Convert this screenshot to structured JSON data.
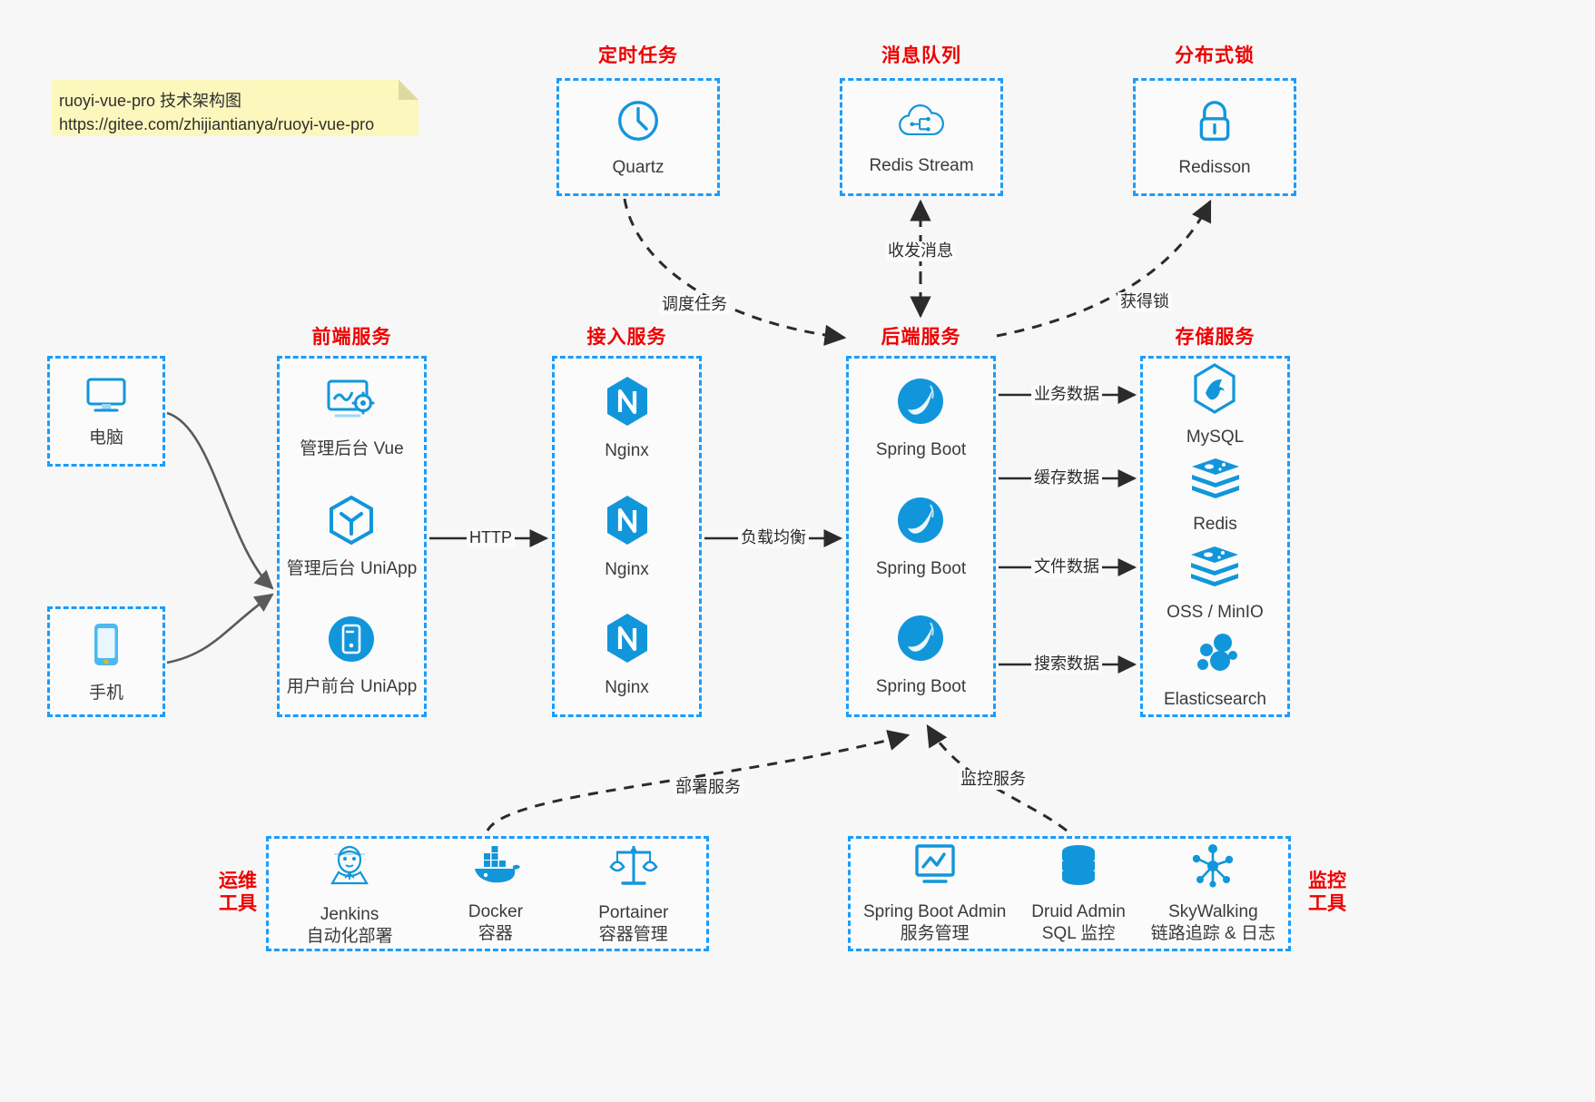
{
  "note": {
    "line1": "ruoyi-vue-pro 技术架构图",
    "line2": "https://gitee.com/zhijiantianya/ruoyi-vue-pro"
  },
  "colors": {
    "box_border": "#1b9cfc",
    "group_title": "#ef0000",
    "icon": "#1296db",
    "canvas": "#f7f7f7",
    "note_bg": "#fcf7bd",
    "edge": "#3b3b3b"
  },
  "groups": {
    "scheduler": {
      "title": "定时任务",
      "nodes": [
        {
          "label": "Quartz",
          "icon": "clock-icon"
        }
      ]
    },
    "mq": {
      "title": "消息队列",
      "nodes": [
        {
          "label": "Redis Stream",
          "icon": "cloud-stream-icon"
        }
      ]
    },
    "lock": {
      "title": "分布式锁",
      "nodes": [
        {
          "label": "Redisson",
          "icon": "lock-icon"
        }
      ]
    },
    "client_pc": {
      "title": "",
      "nodes": [
        {
          "label": "电脑",
          "icon": "desktop-icon"
        }
      ]
    },
    "client_phone": {
      "title": "",
      "nodes": [
        {
          "label": "手机",
          "icon": "phone-icon"
        }
      ]
    },
    "frontend": {
      "title": "前端服务",
      "nodes": [
        {
          "label": "管理后台 Vue",
          "icon": "dashboard-gear-icon"
        },
        {
          "label": "管理后台 UniApp",
          "icon": "cube-icon"
        },
        {
          "label": "用户前台 UniApp",
          "icon": "mobile-circle-icon"
        }
      ]
    },
    "gateway": {
      "title": "接入服务",
      "nodes": [
        {
          "label": "Nginx",
          "icon": "nginx-icon"
        },
        {
          "label": "Nginx",
          "icon": "nginx-icon"
        },
        {
          "label": "Nginx",
          "icon": "nginx-icon"
        }
      ]
    },
    "backend": {
      "title": "后端服务",
      "nodes": [
        {
          "label": "Spring Boot",
          "icon": "spring-leaf-icon"
        },
        {
          "label": "Spring Boot",
          "icon": "spring-leaf-icon"
        },
        {
          "label": "Spring Boot",
          "icon": "spring-leaf-icon"
        }
      ]
    },
    "storage": {
      "title": "存储服务",
      "nodes": [
        {
          "label": "MySQL",
          "icon": "mysql-dolphin-icon"
        },
        {
          "label": "Redis",
          "icon": "redis-stack-icon"
        },
        {
          "label": "OSS / MinIO",
          "icon": "redis-stack-icon"
        },
        {
          "label": "Elasticsearch",
          "icon": "elasticsearch-icon"
        }
      ]
    },
    "devops": {
      "title": "运维\n工具",
      "title_l1": "运维",
      "title_l2": "工具",
      "nodes": [
        {
          "label": "Jenkins",
          "sub": "自动化部署",
          "icon": "jenkins-butler-icon"
        },
        {
          "label": "Docker",
          "sub": "容器",
          "icon": "docker-whale-icon"
        },
        {
          "label": "Portainer",
          "sub": "容器管理",
          "icon": "scales-icon"
        }
      ]
    },
    "monitor": {
      "title": "监控\n工具",
      "title_l1": "监控",
      "title_l2": "工具",
      "nodes": [
        {
          "label": "Spring Boot Admin",
          "sub": "服务管理",
          "icon": "monitor-chart-icon"
        },
        {
          "label": "Druid Admin",
          "sub": "SQL 监控",
          "icon": "database-icon"
        },
        {
          "label": "SkyWalking",
          "sub": "链路追踪 & 日志",
          "icon": "skywalking-node-icon"
        }
      ]
    }
  },
  "edges": {
    "http": "HTTP",
    "load_balance": "负载均衡",
    "schedule_task": "调度任务",
    "send_receive_msg": "收发消息",
    "acquire_lock": "获得锁",
    "business_data": "业务数据",
    "cache_data": "缓存数据",
    "file_data": "文件数据",
    "search_data": "搜索数据",
    "deploy_service": "部署服务",
    "monitor_service": "监控服务"
  }
}
